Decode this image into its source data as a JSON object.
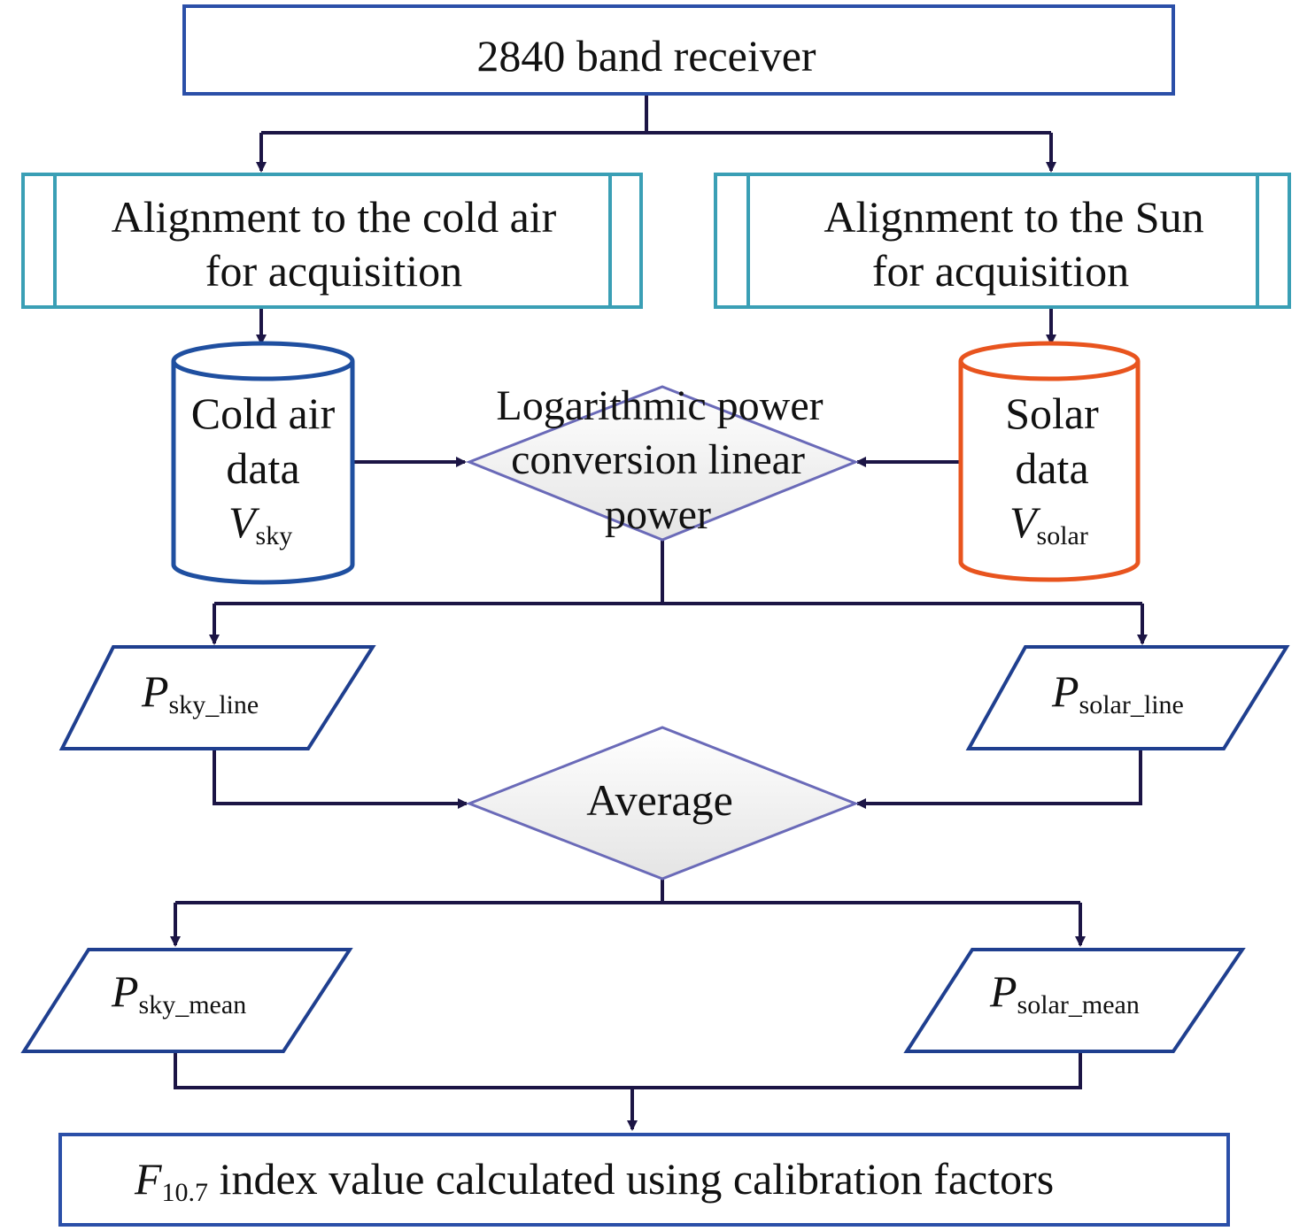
{
  "nodes": {
    "receiver": {
      "label": "2840 band receiver"
    },
    "align_cold": {
      "line1": "Alignment to the cold air",
      "line2": "for acquisition"
    },
    "align_sun": {
      "line1": "Alignment to the Sun",
      "line2": "for acquisition"
    },
    "cold_data": {
      "line1": "Cold air",
      "line2": "data",
      "var": "V",
      "var_sub": "sky"
    },
    "solar_data": {
      "line1": "Solar",
      "line2": "data",
      "var": "V",
      "var_sub": "solar"
    },
    "log_convert": {
      "line1": "Logarithmic power",
      "line2": "conversion linear",
      "line3": "power"
    },
    "p_sky_line": {
      "var": "P",
      "sub": "sky_line"
    },
    "p_solar_line": {
      "var": "P",
      "sub": "solar_line"
    },
    "average": {
      "label": "Average"
    },
    "p_sky_mean": {
      "var": "P",
      "sub": "sky_mean"
    },
    "p_solar_mean": {
      "var": "P",
      "sub": "solar_mean"
    },
    "result": {
      "var": "F",
      "var_sub": "10.7",
      "text": " index value calculated using calibration factors"
    }
  },
  "colors": {
    "box_border": "#2b4fa8",
    "subprocess_border": "#3a9fb5",
    "cold_cylinder": "#1f4fa0",
    "solar_cylinder": "#e8541e",
    "diamond_border": "#6a6ab8",
    "arrow": "#1c1545"
  }
}
